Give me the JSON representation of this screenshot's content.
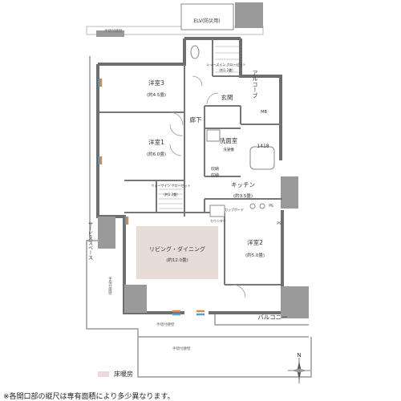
{
  "rooms": {
    "western3": {
      "name": "洋室3",
      "size": "(約4.5畳)"
    },
    "western1": {
      "name": "洋室1",
      "size": "(約6.0畳)"
    },
    "western2": {
      "name": "洋室2",
      "size": "(約5.0畳)"
    },
    "living": {
      "name": "リビング・ダイニング",
      "size": "(約12.0畳)"
    },
    "kitchen": {
      "name": "キッチン",
      "size": "(約3.5畳)"
    },
    "washroom": {
      "name": "洗面室",
      "size": "洗濯機"
    },
    "entrance": {
      "name": "玄関"
    },
    "hallway": {
      "name": "廊下"
    },
    "alcove": {
      "name": "アルコーブ"
    },
    "balcony": {
      "name": "バルコニー"
    },
    "service_space": {
      "name": "サービススペース"
    },
    "elv": {
      "name": "ELV(防災用)"
    },
    "shoe_closet": {
      "name": "シューズイン クローゼット",
      "size": "(約1.2畳)"
    },
    "walkin_closet": {
      "name": "ウォークイン クローゼット",
      "size": "(約1.3畳)"
    },
    "storage": [
      "収納",
      "収納"
    ],
    "counter": "カウンター",
    "cupboard": "カップボード",
    "bath": "1418",
    "mb": "MB",
    "ps": [
      "PS",
      "PS"
    ]
  },
  "dimensions": {
    "top": "手摺付腰壁",
    "bottom1": "手摺付腰壁",
    "bottom2": "手摺付腰壁",
    "side": "手摺付腰壁"
  },
  "compass": {
    "north": "N"
  },
  "legend": {
    "label": "床暖房",
    "color": "#e8dcd9"
  },
  "note": "※各開口部の縦尺は専有面積により多少異なります。",
  "colors": {
    "wall": "#6e6e6e",
    "wall_light": "#9a9a9a",
    "floor_heating": "#e8dcd9",
    "window_blue": "#4aa3df",
    "window_orange": "#e8873a"
  }
}
